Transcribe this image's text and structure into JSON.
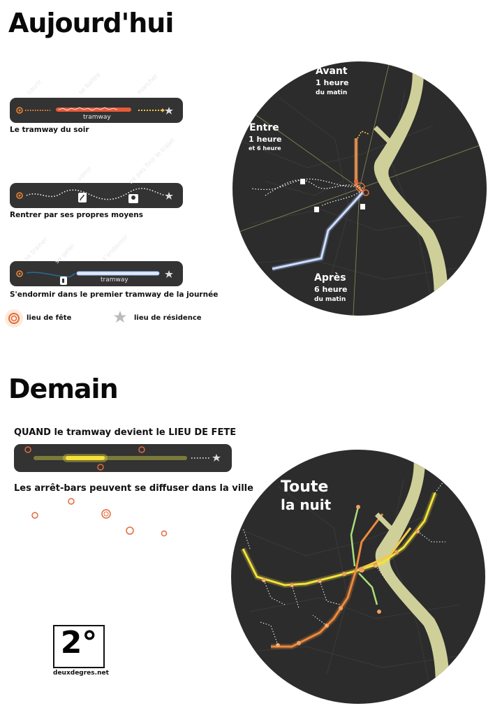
{
  "today": {
    "title": "Aujourd'hui",
    "scenario1": {
      "caption": "Le tramway du soir",
      "labels": [
        "courir",
        "se battre",
        "marcher"
      ],
      "tram_label": "tramway"
    },
    "scenario2": {
      "caption": "Rentrer par ses propres moyens",
      "labels": [
        "vomir",
        "ne pas finir le trajet"
      ]
    },
    "scenario3": {
      "caption": "S'endormir dans le premier tramway de la journée",
      "labels": [
        "se trainer",
        "se geler",
        "s'endormir"
      ],
      "tram_label": "tramway"
    },
    "legend": {
      "party": "lieu de fête",
      "home": "lieu de résidence"
    },
    "map": {
      "before_title": "Avant",
      "before_sub1": "1 heure",
      "before_sub2": "du matin",
      "between_title": "Entre",
      "between_sub1": "1 heure",
      "between_sub2": "et 6 heure",
      "after_title": "Après",
      "after_sub1": "6 heure",
      "after_sub2": "du matin"
    }
  },
  "tomorrow": {
    "title": "Demain",
    "line1_prefix": "QUAND",
    "line1_mid": " le tramway devient le ",
    "line1_caps": "LIEU DE FETE",
    "line2": "Les arrêt-bars peuvent se diffuser dans la ville",
    "map": {
      "title1": "Toute",
      "title2": "la nuit"
    }
  },
  "logo": {
    "mark": "2°",
    "site": "deuxdegres.net"
  },
  "colors": {
    "map_bg": "#2c2c2c",
    "river": "#cfcf9a",
    "tram_orange": "#f08a3a",
    "tram_yellow": "#f5e23a",
    "tram_green": "#a9e07a",
    "tram_blue": "#a8c8ff",
    "party_ring": "#e26a3a"
  }
}
